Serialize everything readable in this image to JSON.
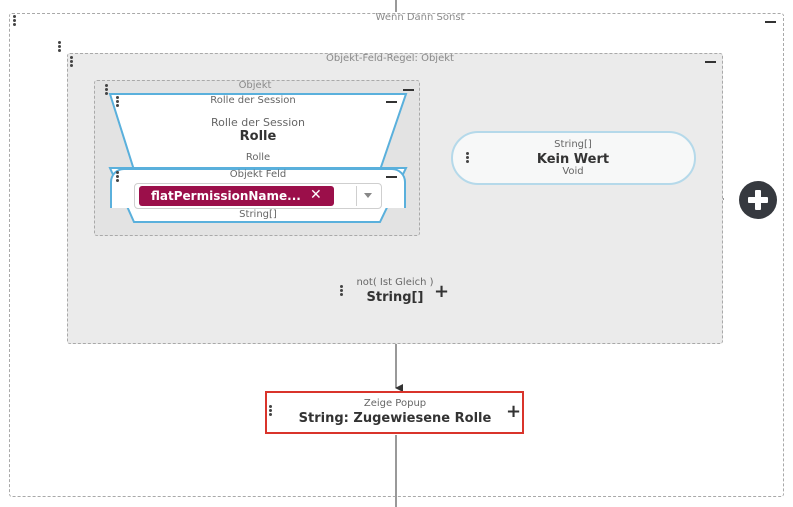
{
  "outer_group": {
    "title": "Wenn Dann Sonst"
  },
  "rule_group": {
    "title": "Objekt-Feld-Regel: Objekt"
  },
  "object_group": {
    "title": "Objekt"
  },
  "session_node": {
    "header": "Rolle der Session",
    "subtitle": "Rolle der Session",
    "value": "Rolle",
    "output_type": "Rolle"
  },
  "field_node": {
    "header": "Objekt Feld",
    "chip_label": "flatPermissionName...",
    "output_type": "String[]"
  },
  "empty_node": {
    "type_label": "String[]",
    "value": "Kein Wert",
    "return_type": "Void"
  },
  "compare_node": {
    "label": "not( Ist Gleich )",
    "type": "String[]"
  },
  "popup_node": {
    "label": "Zeige Popup",
    "value": "String: Zugewiesene Rolle"
  },
  "colors": {
    "node_border_blue": "#5ab0dc",
    "chip": "#9b0f4a",
    "popup_border": "#d9342b",
    "connector": "#333333",
    "add_button": "#36393f"
  },
  "icons": {
    "drag": "drag-handle-icon",
    "collapse": "minus-icon",
    "add": "plus-icon",
    "remove": "close-icon",
    "dropdown": "chevron-down-icon",
    "add_circle": "add-circle-icon"
  }
}
